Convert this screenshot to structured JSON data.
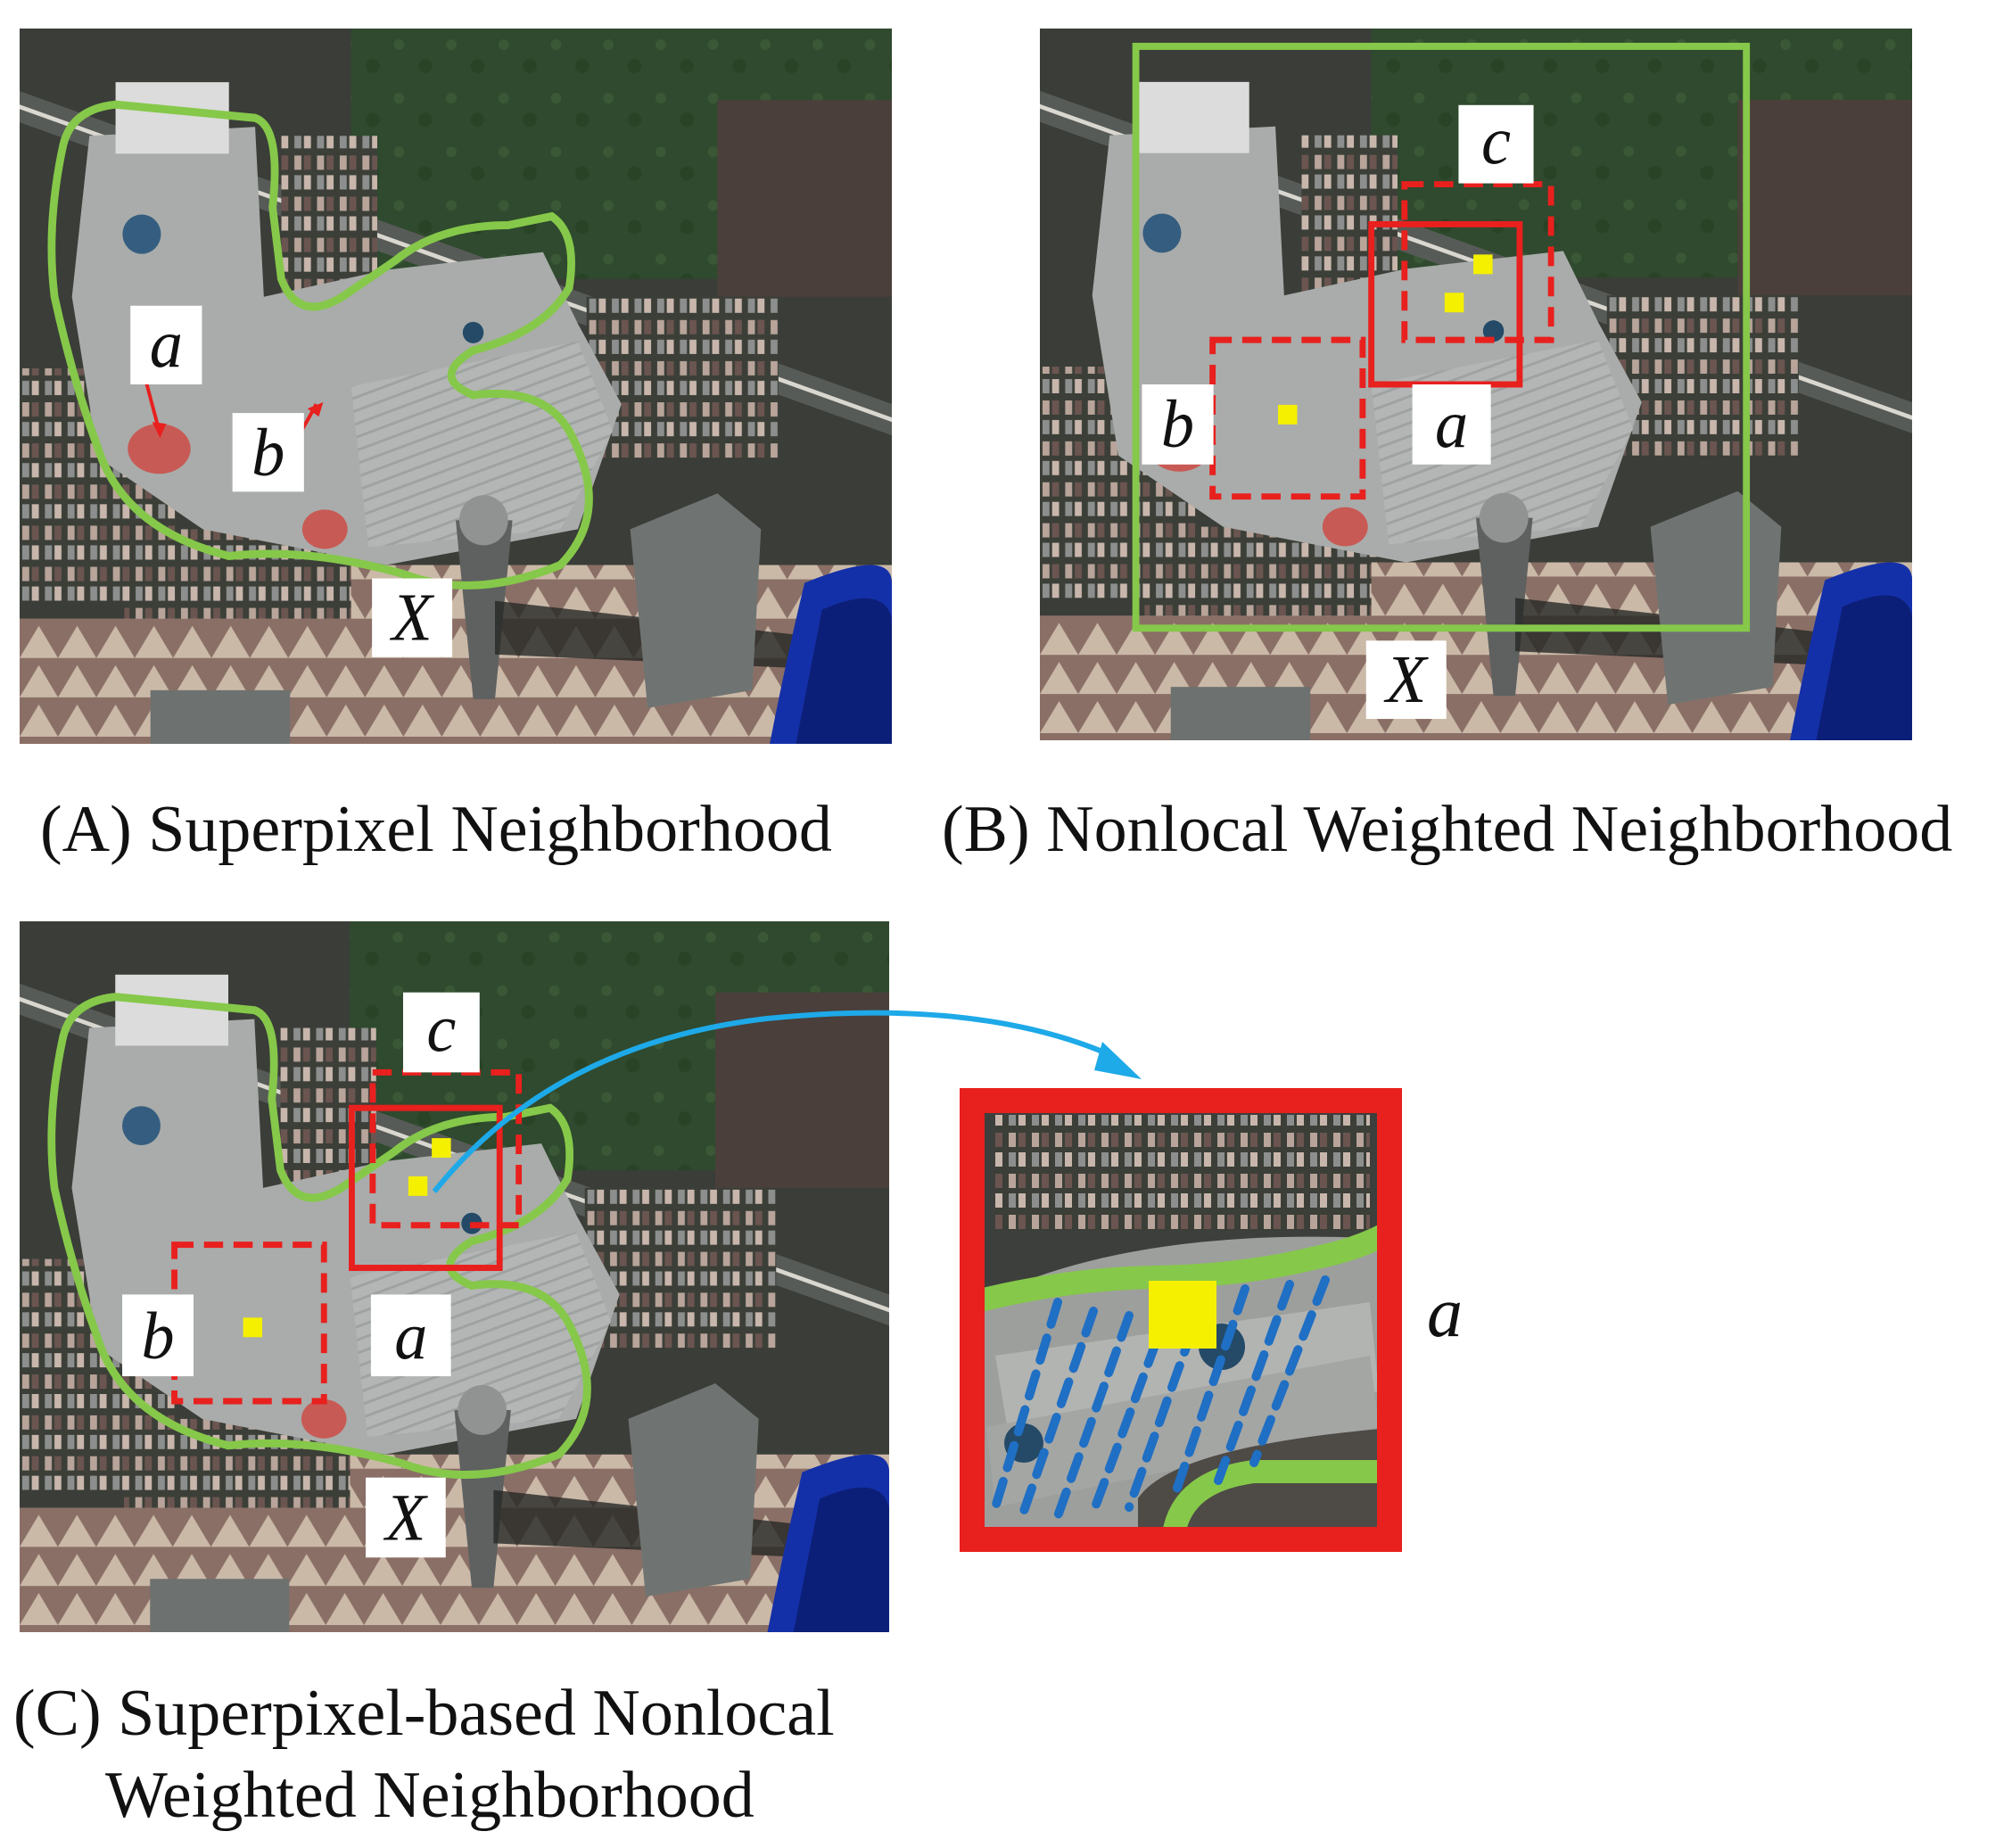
{
  "panels": {
    "A": {
      "caption": "(A) Superpixel Neighborhood",
      "labels": {
        "a": "a",
        "b": "b",
        "X": "X"
      }
    },
    "B": {
      "caption": "(B) Nonlocal Weighted Neighborhood",
      "labels": {
        "a": "a",
        "b": "b",
        "c": "c",
        "X": "X"
      }
    },
    "C": {
      "caption_line1": "(C) Superpixel-based Nonlocal",
      "caption_line2": "Weighted Neighborhood",
      "labels": {
        "a": "a",
        "b": "b",
        "c": "c",
        "X": "X"
      }
    },
    "zoom": {
      "label": "a"
    }
  },
  "colors": {
    "superpixel_boundary": "#86c84a",
    "patch_box": "#e8201e",
    "pixel_marker": "#f4f000",
    "zoom_arrow": "#1ea9e8",
    "weight_lines": "#1f6fc4",
    "dome": "#c85a55",
    "water": "#1430a8"
  },
  "icons": {
    "marker": "yellow-square-marker",
    "arrow": "curved-arrow"
  }
}
